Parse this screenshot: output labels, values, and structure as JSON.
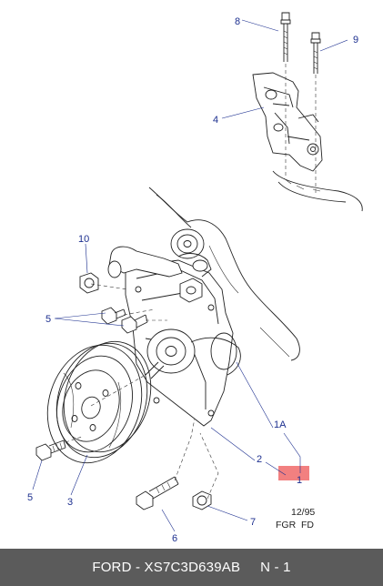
{
  "callouts": {
    "c1": "1",
    "c1a": "1A",
    "c2": "2",
    "c3": "3",
    "c4": "4",
    "c5a": "5",
    "c5b": "5",
    "c6": "6",
    "c7": "7",
    "c8": "8",
    "c9": "9",
    "c10": "10"
  },
  "stamp": {
    "date": "12/95",
    "code": "FGR  FD"
  },
  "footer": {
    "part": "FORD - XS7C3D639AB",
    "qty": "N - 1"
  },
  "colors": {
    "callout": "#1c2f8f",
    "highlight": "#f28080",
    "footer_bg": "#5b5b5b"
  }
}
